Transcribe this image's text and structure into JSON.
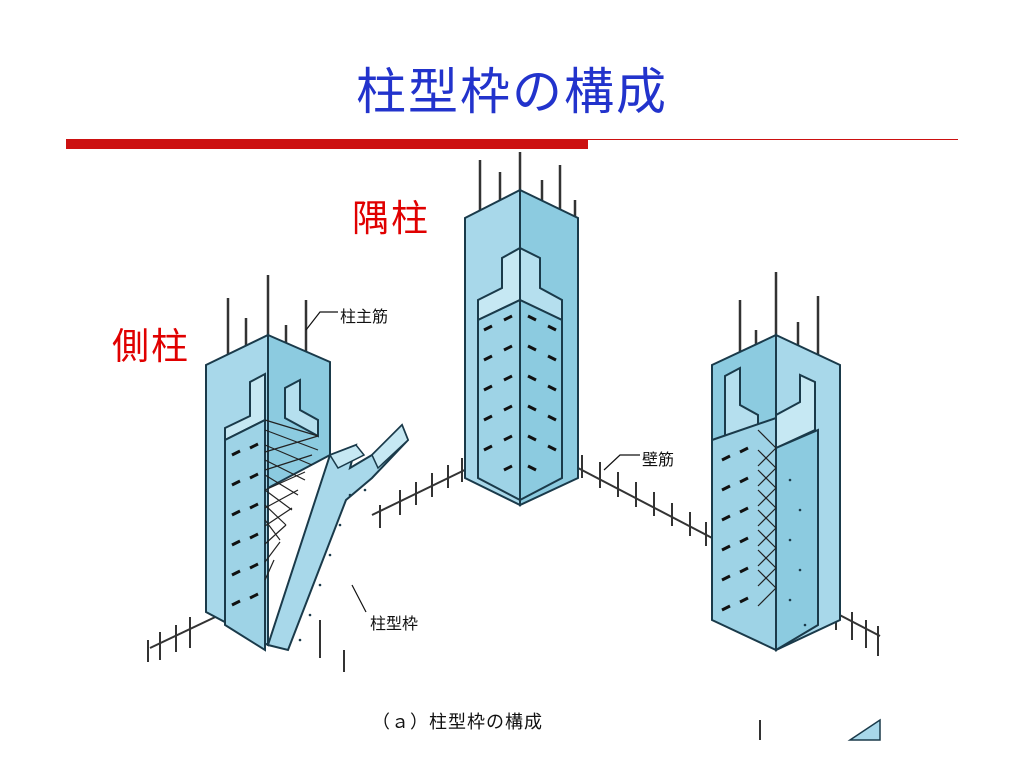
{
  "slide": {
    "title": "柱型枠の構成"
  },
  "labels": {
    "corner_column": "隅柱",
    "side_column": "側柱",
    "main_rebar": "柱主筋",
    "wall_rebar": "壁筋",
    "column_formwork": "柱型枠",
    "caption": "（ａ）柱型枠の構成"
  },
  "colors": {
    "title": "#2233cc",
    "rule": "#cc1111",
    "label_red": "#e00000",
    "panel": "#a8d8ea",
    "panel_edge": "#1a3a4a"
  }
}
